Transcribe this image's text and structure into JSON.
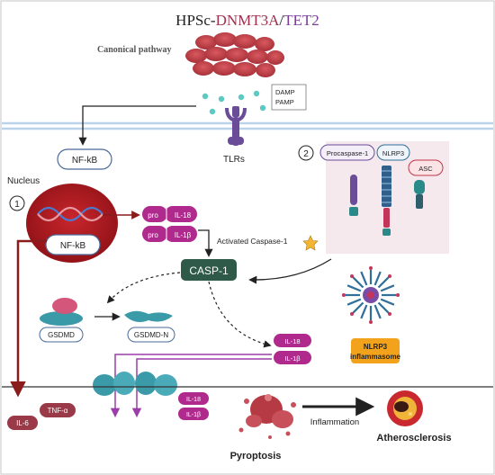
{
  "title": {
    "prefix": "HPSc-",
    "dnmt": "DNMT3A",
    "slash": "/",
    "tet": "TET2"
  },
  "labels": {
    "canonical_pathway": "Canonical pathway",
    "damp": "DAMP",
    "pamp": "PAMP",
    "tlrs": "TLRs",
    "nucleus": "Nucleus",
    "nfkb_top": "NF-kB",
    "nfkb_nucleus": "NF-kB",
    "step1": "1",
    "step2": "2",
    "pro1": "pro",
    "il18_pro": "IL-18",
    "pro2": "pro",
    "il1b_pro": "IL-1β",
    "activated_caspase": "Activated Caspase-1",
    "casp1": "CASP-1",
    "procaspase": "Procaspase-1",
    "nlrp3": "NLRP3",
    "asc": "ASC",
    "gsdmd": "GSDMD",
    "gsdmd_n": "GSDMD-N",
    "il18_mature": "IL-18",
    "il1b_mature": "IL-1β",
    "inflammasome_line1": "NLRP3",
    "inflammasome_line2": "inflammasome",
    "il18_out": "IL-18",
    "il1b_out": "IL-1β",
    "tnfa": "TNF-α",
    "il6": "IL-6",
    "pyroptosis": "Pyroptosis",
    "inflammation": "Inflammation",
    "atherosclerosis": "Atherosclerosis"
  },
  "colors": {
    "title_black": "#222222",
    "dnmt": "#a0314f",
    "tet": "#7a3e9a",
    "membrane": "#b9d3ea",
    "magenta": "#b02a8e",
    "dark_red": "#8a1c1c",
    "casp_green": "#2f5a4a",
    "orange_box": "#f2a31b",
    "inflammasome_bg": "#f5e9ee"
  }
}
